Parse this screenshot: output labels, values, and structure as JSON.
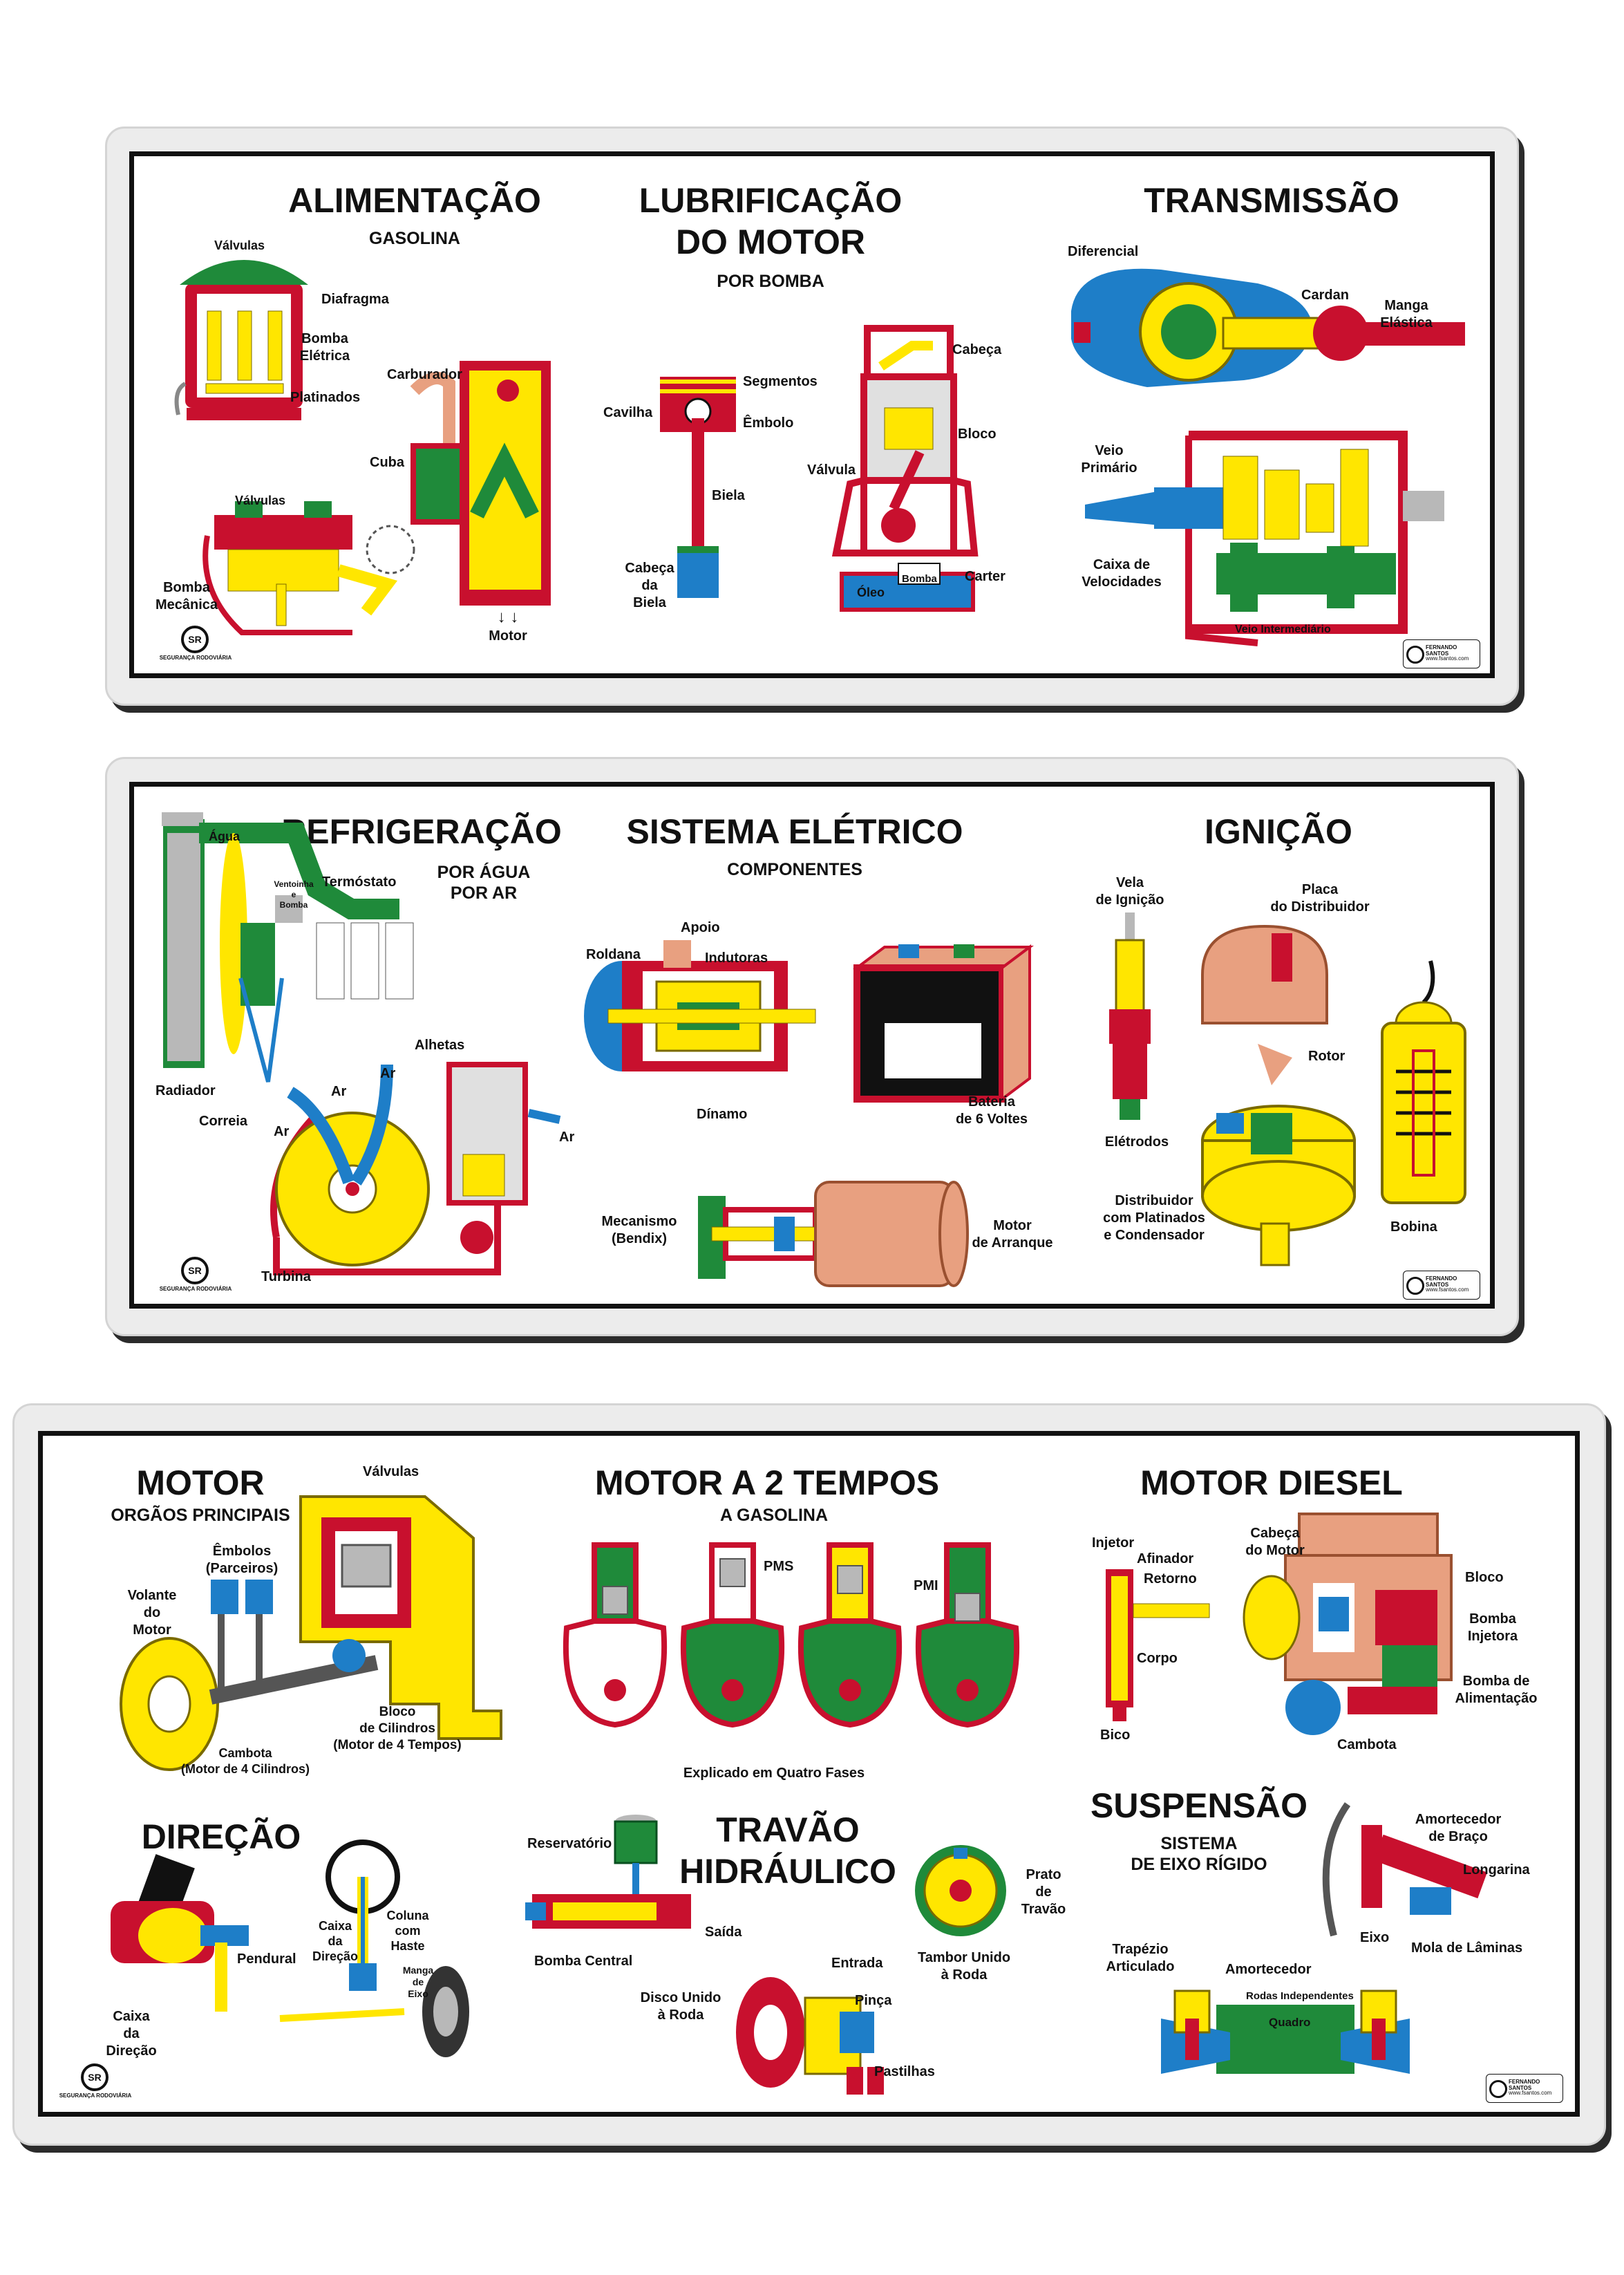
{
  "boards": [
    {
      "sections": [
        {
          "title": "ALIMENTAÇÃO",
          "subtitle": "GASOLINA",
          "labels": [
            "Válvulas",
            "Diafragma",
            "Bomba\nElétrica",
            "Platinados",
            "Carburador",
            "Cuba",
            "Válvulas",
            "Bomba\nMecânica",
            "Motor"
          ]
        },
        {
          "title": "LUBRIFICAÇÃO\nDO MOTOR",
          "subtitle": "POR BOMBA",
          "labels": [
            "Segmentos",
            "Cavilha",
            "Êmbolo",
            "Biela",
            "Cabeça\nda\nBiela",
            "Cabeça",
            "Bloco",
            "Válvula",
            "Carter",
            "Óleo",
            "Bomba"
          ]
        },
        {
          "title": "TRANSMISSÃO",
          "subtitle": "",
          "labels": [
            "Diferencial",
            "Cardan",
            "Manga\nElástica",
            "Veio\nPrimário",
            "Caixa de\nVelocidades",
            "Veio Intermediário"
          ]
        }
      ]
    },
    {
      "sections": [
        {
          "title": "REFRIGERAÇÃO",
          "subtitle": "POR ÁGUA\nPOR AR",
          "labels": [
            "Água",
            "Termóstato",
            "Ventoinha\ne\nBomba",
            "Radiador",
            "Correia",
            "Alhetas",
            "Ar",
            "Ar",
            "Ar",
            "Ar",
            "Turbina"
          ]
        },
        {
          "title": "SISTEMA  ELÉTRICO",
          "subtitle": "COMPONENTES",
          "labels": [
            "Apoio",
            "Roldana",
            "Indutoras",
            "Dínamo",
            "Bateria\nde 6 Voltes",
            "Mecanismo\n(Bendix)",
            "Motor\nde Arranque"
          ]
        },
        {
          "title": "IGNIÇÃO",
          "subtitle": "",
          "labels": [
            "Vela\nde Ignição",
            "Placa\ndo Distribuidor",
            "Rotor",
            "Elétrodos",
            "Distribuidor\ncom Platinados\ne Condensador",
            "Bobina"
          ]
        }
      ]
    },
    {
      "sections": [
        {
          "title": "MOTOR",
          "subtitle": "ORGÃOS  PRINCIPAIS",
          "labels": [
            "Válvulas",
            "Êmbolos\n(Parceiros)",
            "Volante\ndo\nMotor",
            "Cambota\n(Motor de 4 Cilindros)",
            "Bloco\nde Cilindros\n(Motor de 4 Tempos)"
          ]
        },
        {
          "title": "MOTOR A 2 TEMPOS",
          "subtitle": "A GASOLINA",
          "labels": [
            "PMS",
            "PMI",
            "Explicado em Quatro Fases"
          ]
        },
        {
          "title": "MOTOR  DIESEL",
          "subtitle": "",
          "labels": [
            "Injetor",
            "Afinador",
            "Retorno",
            "Corpo",
            "Bico",
            "Cabeça\ndo Motor",
            "Bloco",
            "Bomba\nInjetora",
            "Bomba de\nAlimentação",
            "Cambota"
          ]
        },
        {
          "title": "DIREÇÃO",
          "subtitle": "",
          "labels": [
            "Pendural",
            "Caixa\nda\nDireção",
            "Caixa\nda\nDireção",
            "Coluna\ncom\nHaste",
            "Manga\nde\nEixo"
          ]
        },
        {
          "title": "TRAVÃO\nHIDRÁULICO",
          "subtitle": "",
          "labels": [
            "Reservatório",
            "Saída",
            "Bomba Central",
            "Entrada",
            "Disco Unido\nà Roda",
            "Pinça",
            "Pastilhas",
            "Prato\nde\nTravão",
            "Tambor Unido\nà Roda"
          ]
        },
        {
          "title": "SUSPENSÃO",
          "subtitle": "SISTEMA\nDE EIXO RÍGIDO",
          "labels": [
            "Amortecedor\nde Braço",
            "Longarina",
            "Eixo",
            "Mola de Lâminas",
            "Trapézio\nArticulado",
            "Amortecedor",
            "Rodas Independentes",
            "Quadro"
          ]
        }
      ]
    }
  ],
  "logos": {
    "seguranca": "SEGURANÇA RODOVIÁRIA",
    "seguranca_mark": "SR",
    "fernando": "FERNANDO SANTOS",
    "fernando_url": "www.fsantos.com"
  },
  "colors": {
    "red": "#c8102e",
    "yellow": "#ffe600",
    "green": "#1f8a3a",
    "blue": "#1e7ec8",
    "skin": "#e8a080",
    "grey": "#b8b8b8"
  }
}
